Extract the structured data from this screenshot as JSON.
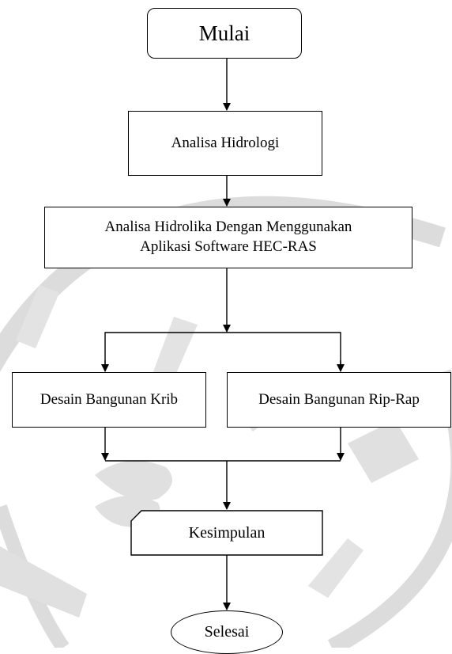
{
  "flowchart": {
    "start": "Mulai",
    "hydrology": "Analisa Hidrologi",
    "hydraulics": {
      "line1": "Analisa Hidrolika Dengan Menggunakan",
      "line2": "Aplikasi Software HEC-RAS"
    },
    "design_krib": "Desain Bangunan Krib",
    "design_riprap": "Desain Bangunan Rip-Rap",
    "conclusion": "Kesimpulan",
    "end": "Selesai"
  },
  "colors": {
    "stroke": "#000000",
    "background": "#ffffff",
    "watermark": "#d9d9d9"
  }
}
